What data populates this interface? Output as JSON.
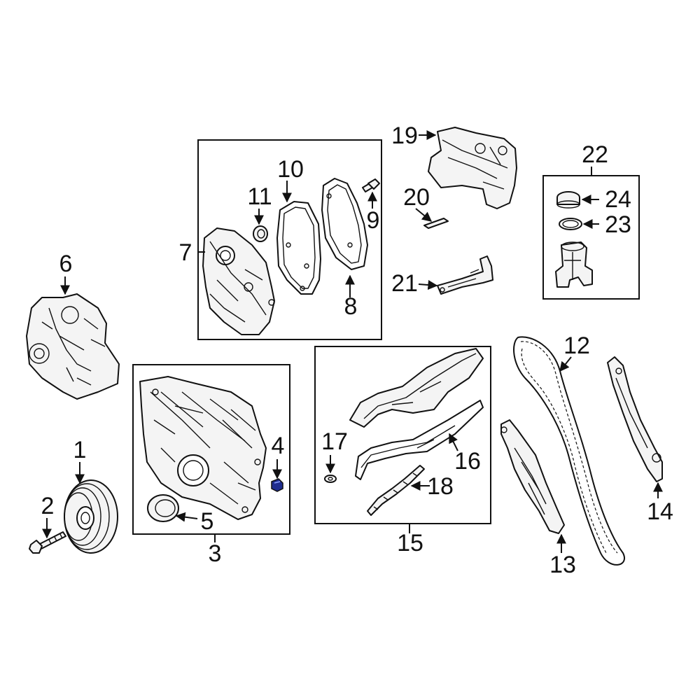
{
  "callouts": {
    "c1": "1",
    "c2": "2",
    "c3": "3",
    "c4": "4",
    "c5": "5",
    "c6": "6",
    "c7": "7",
    "c8": "8",
    "c9": "9",
    "c10": "10",
    "c11": "11",
    "c12": "12",
    "c13": "13",
    "c14": "14",
    "c15": "15",
    "c16": "16",
    "c17": "17",
    "c18": "18",
    "c19": "19",
    "c20": "20",
    "c21": "21",
    "c22": "22",
    "c23": "23",
    "c24": "24"
  },
  "highlight": {
    "part": "4",
    "color": "#1f2d8f"
  },
  "colors": {
    "line": "#111111",
    "fill": "#f4f4f4",
    "background": "#ffffff"
  }
}
